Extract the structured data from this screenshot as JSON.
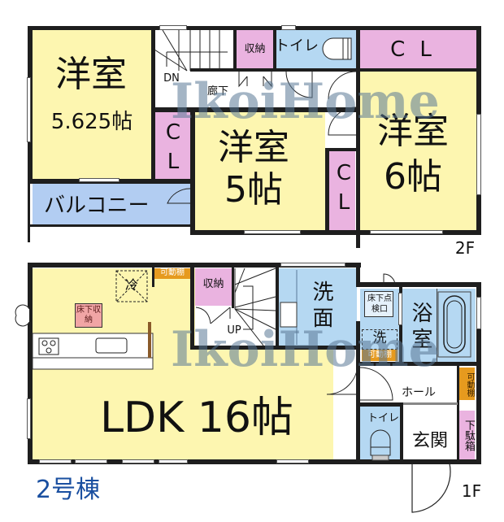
{
  "floors": {
    "second": {
      "label": "2F",
      "rooms": {
        "western_a": {
          "name": "洋室",
          "size": "5.625帖"
        },
        "western_b": {
          "name": "洋室",
          "size": "5帖"
        },
        "western_c": {
          "name": "洋室",
          "size": "6帖"
        },
        "closet_a": {
          "label": "CL"
        },
        "closet_b": {
          "label": "CL"
        },
        "closet_c": {
          "label": "CL"
        },
        "storage": {
          "label": "収納"
        },
        "toilet": {
          "label": "トイレ"
        },
        "hallway": {
          "label": "廊下"
        },
        "stairs": {
          "label": "DN"
        },
        "balcony": {
          "label": "バルコニー"
        }
      }
    },
    "first": {
      "label": "1F",
      "rooms": {
        "ldk": {
          "name": "LDK",
          "size": "16帖"
        },
        "storage": {
          "label": "収納"
        },
        "stairs": {
          "label": "UP"
        },
        "washroom": {
          "label": "洗面"
        },
        "bath": {
          "label": "浴室"
        },
        "hall": {
          "label": "ホール"
        },
        "entrance": {
          "label": "玄関"
        },
        "toilet": {
          "label": "トイレ"
        },
        "shoe_cabinet": {
          "label": "下駄箱"
        },
        "movable_shelf_a": {
          "label": "可動棚"
        },
        "movable_shelf_b": {
          "label": "可動棚"
        },
        "movable_shelf_c": {
          "label": "可動棚"
        },
        "underfloor_storage": {
          "label": "床下収納"
        },
        "underfloor_inspection": {
          "label": "床下点検口"
        },
        "washer": {
          "label": "洗"
        },
        "fridge": {
          "label": "冷"
        }
      }
    }
  },
  "building_label": "2号棟",
  "watermark": "IkoiHome",
  "colors": {
    "room_yellow": "#fdf6b0",
    "closet_pink": "#eab3e0",
    "wet_blue": "#b5d8f2",
    "balcony_blue": "#b2cdf2",
    "shelf_orange": "#e69a1e",
    "building_label_blue": "#1a4fa0",
    "wall": "#1e1e1e"
  }
}
